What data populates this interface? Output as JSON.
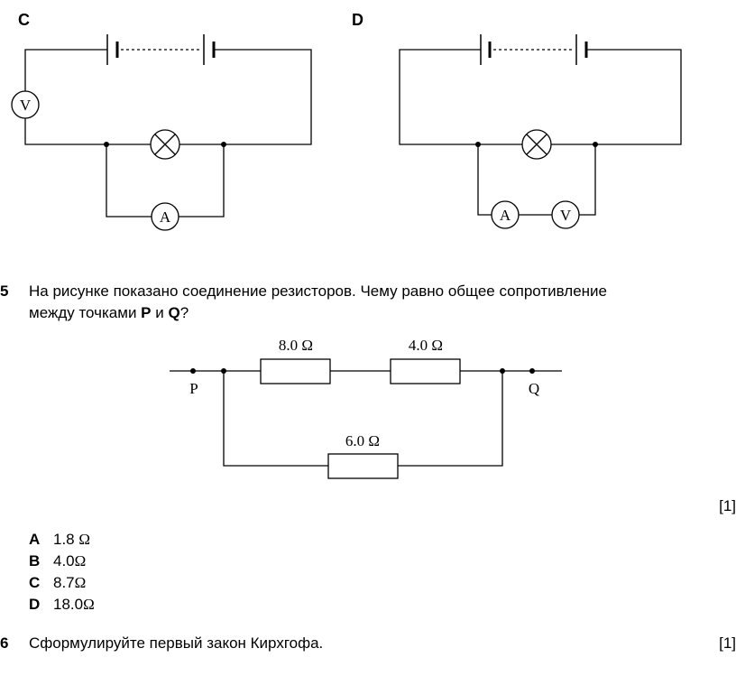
{
  "circuits_top": {
    "c_label": "C",
    "d_label": "D",
    "c_meters": {
      "voltmeter": "V",
      "ammeter": "A"
    },
    "d_meters": {
      "ammeter": "A",
      "voltmeter": "V"
    }
  },
  "q5": {
    "number": "5",
    "text_line1": "На рисунке показано соединение резисторов. Чему равно общее сопротивление",
    "text_line2_pre": "между точками ",
    "point_p": "P",
    "conj": " и ",
    "point_q": "Q",
    "text_line2_post": "?",
    "diagram": {
      "r1": "8.0 Ω",
      "r2": "4.0 Ω",
      "r3": "6.0 Ω",
      "p": "P",
      "q": "Q"
    },
    "marks": "[1]",
    "options": [
      {
        "letter": "A",
        "value": "1.8 ",
        "unit": "Ω"
      },
      {
        "letter": "B",
        "value": "4.0",
        "unit": "Ω"
      },
      {
        "letter": "C",
        "value": "8.7",
        "unit": "Ω"
      },
      {
        "letter": "D",
        "value": "18.0",
        "unit": "Ω"
      }
    ]
  },
  "q6": {
    "number": "6",
    "text": "Сформулируйте первый закон Кирхгофа.",
    "marks": "[1]"
  }
}
